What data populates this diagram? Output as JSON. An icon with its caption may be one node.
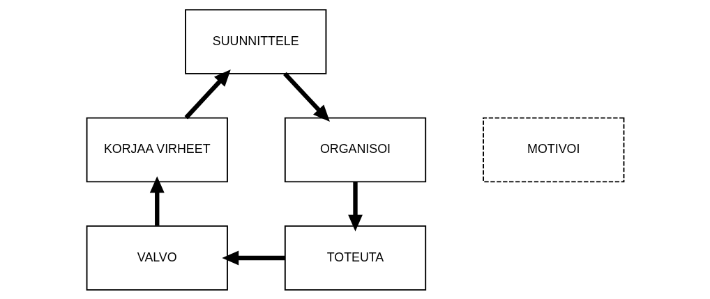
{
  "diagram": {
    "nodes": [
      {
        "text": [
          "SUUNNITTELE"
        ]
      },
      {
        "text": [
          "KORJAA VIRHEET"
        ]
      },
      {
        "text": [
          "MOTIVOI"
        ]
      },
      {
        "text": [
          "ORGANISOI"
        ]
      },
      {
        "text": [
          "VALVO"
        ]
      },
      {
        "text": [
          "TOTEUTA"
        ]
      }
    ],
    "edges": [
      {
        "from": 1,
        "to": 0,
        "arrow": "to"
      },
      {
        "from": 0,
        "to": 3,
        "arrow": "to"
      },
      {
        "from": 3,
        "to": 5,
        "arrow": "to"
      },
      {
        "from": 5,
        "to": 4,
        "arrow": "to"
      },
      {
        "from": 4,
        "to": 1,
        "arrow": "to"
      }
    ]
  }
}
